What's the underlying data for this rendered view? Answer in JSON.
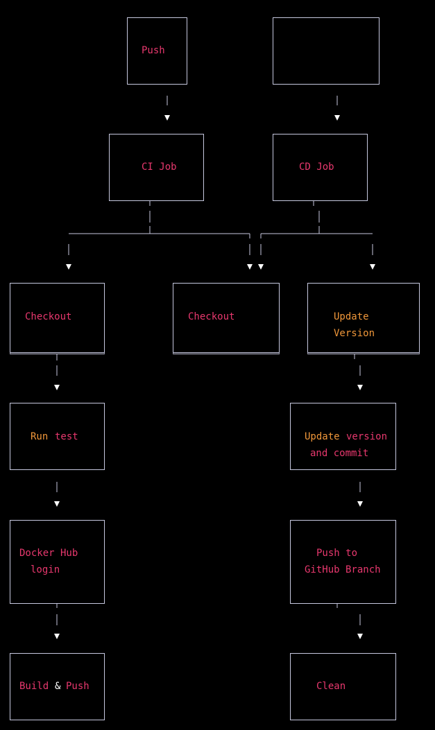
{
  "colors": {
    "background": "#000000",
    "line": "#c7c9e0",
    "arrow": "#ffffff",
    "pink": "#e8386e",
    "orange": "#f0973a",
    "white": "#ffffff"
  },
  "nodes": {
    "push": {
      "label": "Push"
    },
    "blank": {
      "label": ""
    },
    "ci_job": {
      "label": "CI Job"
    },
    "cd_job": {
      "label": "CD Job"
    },
    "checkout_left": {
      "label": "Checkout"
    },
    "checkout_mid": {
      "label": "Checkout"
    },
    "update_version": {
      "line1": "Update",
      "line2": "Version"
    },
    "run_test": {
      "word1": "Run",
      "word2": "test"
    },
    "update_version_commit": {
      "line1_a": "Update",
      "line1_b": "version",
      "line2": "and commit"
    },
    "docker_login": {
      "line1": "Docker Hub",
      "line2": "login"
    },
    "push_branch": {
      "line1": "Push to",
      "line2": "GitHub Branch"
    },
    "build_push": {
      "word1": "Build",
      "amp": "&",
      "word2": "Push"
    },
    "clean": {
      "label": "Clean"
    }
  }
}
